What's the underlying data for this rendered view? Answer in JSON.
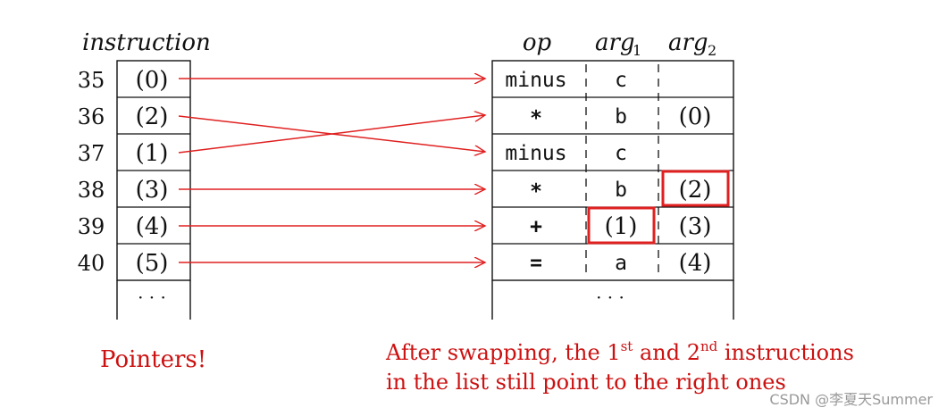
{
  "left_table": {
    "title": "instruction",
    "rows": [
      {
        "num": "35",
        "ptr": "(0)"
      },
      {
        "num": "36",
        "ptr": "(2)"
      },
      {
        "num": "37",
        "ptr": "(1)"
      },
      {
        "num": "38",
        "ptr": "(3)"
      },
      {
        "num": "39",
        "ptr": "(4)"
      },
      {
        "num": "40",
        "ptr": "(5)"
      }
    ],
    "ellipsis": "· · ·"
  },
  "right_table": {
    "headers": {
      "op": "op",
      "arg1": "arg",
      "arg1_sub": "1",
      "arg2": "arg",
      "arg2_sub": "2"
    },
    "rows": [
      {
        "op": "minus",
        "arg1": "c",
        "arg2": ""
      },
      {
        "op": "*",
        "arg1": "b",
        "arg2": "(0)"
      },
      {
        "op": "minus",
        "arg1": "c",
        "arg2": ""
      },
      {
        "op": "*",
        "arg1": "b",
        "arg2": "(2)"
      },
      {
        "op": "+",
        "arg1": "(1)",
        "arg2": "(3)"
      },
      {
        "op": "=",
        "arg1": "a",
        "arg2": "(4)"
      }
    ],
    "ellipsis": "· · ·"
  },
  "annotations": {
    "pointers": "Pointers!",
    "swap_line1_a": "After swapping, the 1",
    "swap_line1_sup1": "st",
    "swap_line1_b": " and 2",
    "swap_line1_sup2": "nd",
    "swap_line1_c": " instructions",
    "swap_line2": "in the list still point to the right ones",
    "watermark": "CSDN @李夏天Summer"
  },
  "colors": {
    "arrow": "#e02020",
    "highlight": "#e02020",
    "text_red": "#cc1111",
    "ink": "#111111"
  }
}
